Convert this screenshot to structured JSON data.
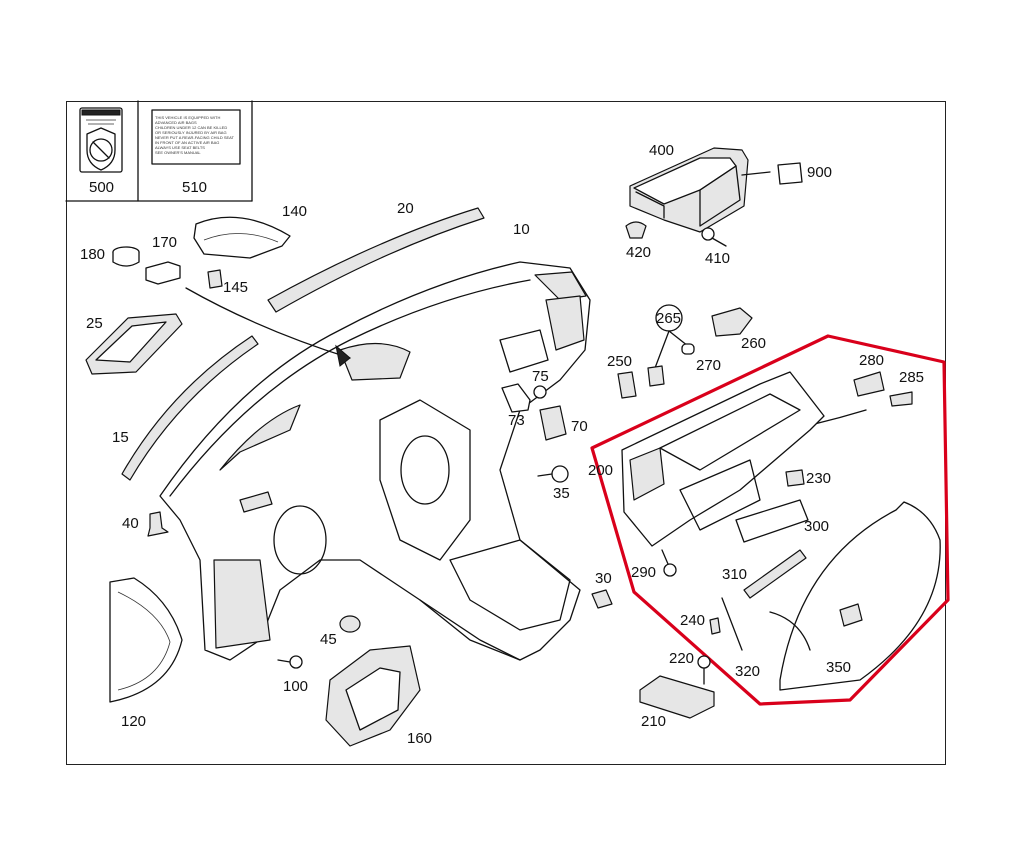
{
  "colors": {
    "callout_outline": "#d9001b",
    "line_art": "#111111",
    "background": "#ffffff"
  },
  "labels": {
    "p10": "10",
    "p15": "15",
    "p20": "20",
    "p25": "25",
    "p30": "30",
    "p35": "35",
    "p40": "40",
    "p45": "45",
    "p70": "70",
    "p73": "73",
    "p75": "75",
    "p100": "100",
    "p120": "120",
    "p140": "140",
    "p145": "145",
    "p160": "160",
    "p170": "170",
    "p180": "180",
    "p200": "200",
    "p210": "210",
    "p220": "220",
    "p230": "230",
    "p240": "240",
    "p250": "250",
    "p260": "260",
    "p265": "265",
    "p270": "270",
    "p280": "280",
    "p285": "285",
    "p290": "290",
    "p300": "300",
    "p310": "310",
    "p320": "320",
    "p350": "350",
    "p400": "400",
    "p410": "410",
    "p420": "420",
    "p500": "500",
    "p510": "510",
    "p900": "900"
  },
  "decals": {
    "d500_caption": "500",
    "d510_caption": "510",
    "d510_text": [
      "THIS VEHICLE IS EQUIPPED WITH",
      "ADVANCED AIR BAGS",
      "",
      "CHILDREN UNDER 12 CAN BE KILLED",
      "OR SERIOUSLY INJURED BY AIR BAG",
      "NEVER PUT A REAR-FACING CHILD SEAT",
      "IN FRONT OF AN ACTIVE AIR BAG",
      "ALWAYS USE SEAT BELTS",
      "SEE OWNER'S MANUAL"
    ]
  }
}
